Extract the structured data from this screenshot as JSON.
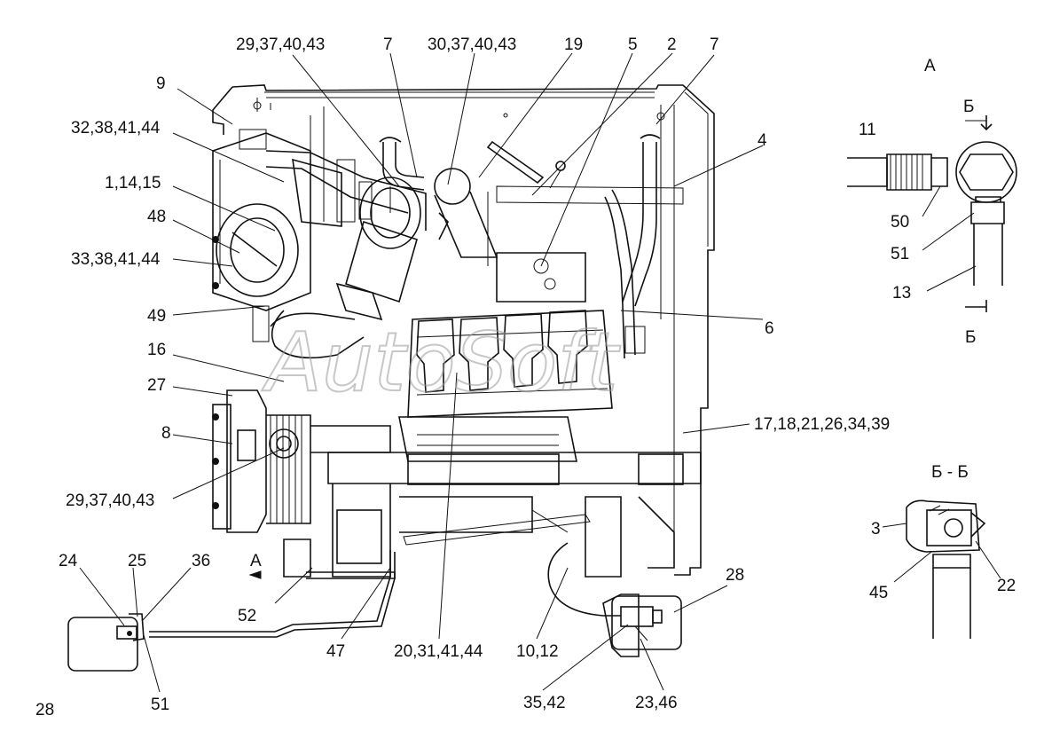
{
  "watermark": "AutoSoft",
  "labels": {
    "l_29_37_40_43_top": "29,37,40,43",
    "l_7_a": "7",
    "l_30_37_40_43": "30,37,40,43",
    "l_19": "19",
    "l_5": "5",
    "l_2": "2",
    "l_7_b": "7",
    "l_9": "9",
    "l_32_38_41_44": "32,38,41,44",
    "l_4": "4",
    "l_1_14_15": "1,14,15",
    "l_48": "48",
    "l_33_38_41_44": "33,38,41,44",
    "l_49": "49",
    "l_6": "6",
    "l_16": "16",
    "l_27": "27",
    "l_17_group": "17,18,21,26,34,39",
    "l_8": "8",
    "l_29_37_40_43_low": "29,37,40,43",
    "l_24": "24",
    "l_25": "25",
    "l_36": "36",
    "l_A_arrow": "А",
    "l_52": "52",
    "l_47": "47",
    "l_20_31_41_44": "20,31,41,44",
    "l_10_12": "10,12",
    "l_28_right": "28",
    "l_28_left": "28",
    "l_51_left": "51",
    "l_35_42": "35,42",
    "l_23_46": "23,46",
    "l_A_view": "А",
    "l_B_top": "Б",
    "l_11": "11",
    "l_50": "50",
    "l_51_right": "51",
    "l_13": "13",
    "l_B_bottom": "Б",
    "l_BB_section": "Б - Б",
    "l_3": "3",
    "l_45": "45",
    "l_22": "22"
  }
}
